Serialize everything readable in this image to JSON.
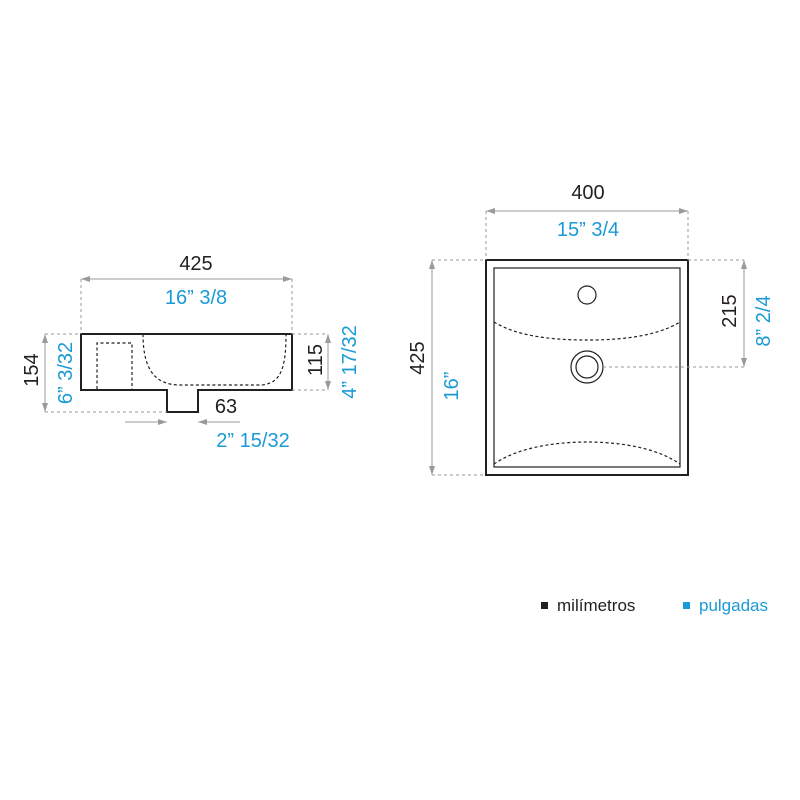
{
  "colors": {
    "metric": "#231f20",
    "imperial": "#1a9ad6",
    "dimension_line": "#9a9a9a"
  },
  "side_view": {
    "width_mm": "425",
    "width_in": "16” 3/8",
    "height_mm": "154",
    "height_in": "6” 3/32",
    "bowl_depth_mm": "115",
    "bowl_depth_in": "4” 17/32",
    "drain_offset_mm": "63",
    "drain_offset_in": "2” 15/32"
  },
  "top_view": {
    "width_mm": "400",
    "width_in": "15” 3/4",
    "depth_mm": "425",
    "depth_in": "16”",
    "drain_center_mm": "215",
    "drain_center_in": "8” 2/4"
  },
  "legend": {
    "metric_label": "milímetros",
    "imperial_label": "pulgadas"
  }
}
